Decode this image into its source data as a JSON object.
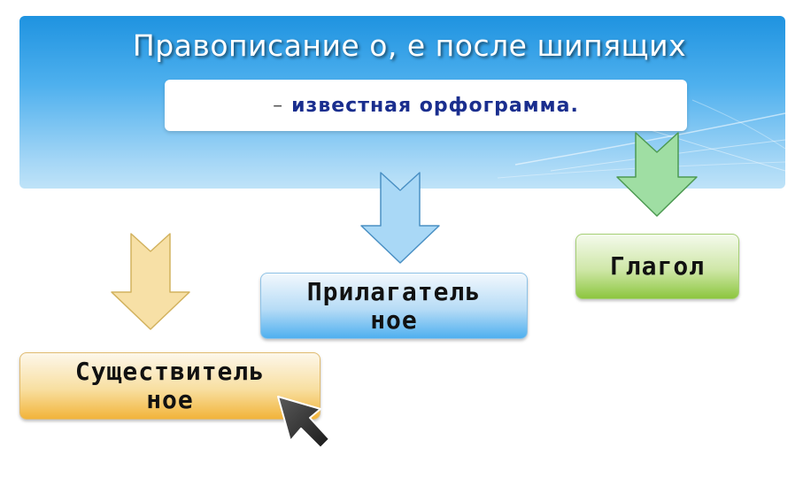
{
  "header": {
    "title": "Правописание о, е после шипящих",
    "subtitle_dash": "–",
    "subtitle": "известная орфограмма."
  },
  "boxes": {
    "adjective": {
      "line1": "Прилагатель",
      "line2": "ное"
    },
    "verb": {
      "label": "Глагол"
    },
    "noun": {
      "line1": "Существитель",
      "line2": "ное"
    }
  },
  "colors": {
    "banner": "#2b9be4",
    "subtitle_text": "#1a2e8e",
    "arrow_noun": "#f7e0a6",
    "arrow_adjective": "#a9d8f6",
    "arrow_verb": "#9fdea3"
  },
  "icons": {
    "cursor": "mouse-pointer-icon"
  }
}
